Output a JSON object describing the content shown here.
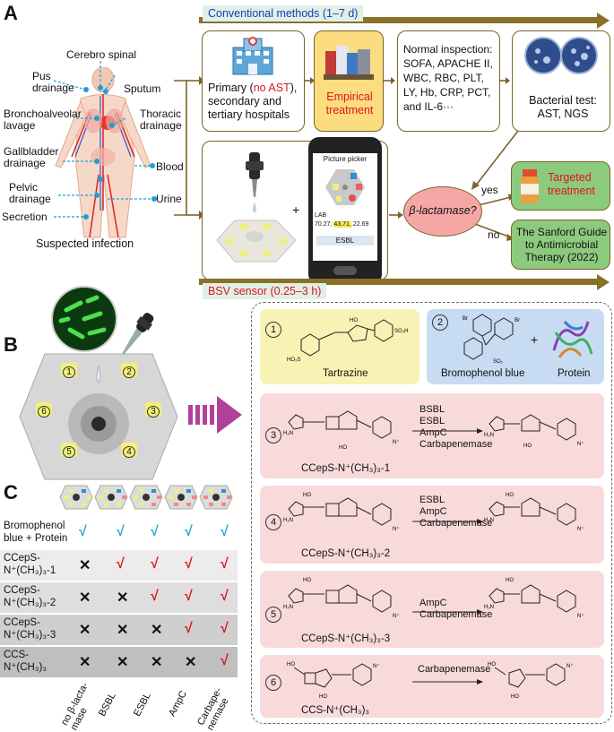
{
  "panels": {
    "a": "A",
    "b": "B",
    "c": "C"
  },
  "panelA": {
    "conventional_label": "Conventional methods (1–7 d)",
    "bsv_label": "BSV sensor (0.25–3 h)",
    "body_sites": {
      "cerebro": "Cerebro spinal",
      "pus": "Pus\ndrainage",
      "sputum": "Sputum",
      "broncho": "Bronchoalveolar\nlavage",
      "thoracic": "Thoracic\ndrainage",
      "gallbladder": "Gallbladder\ndrainage",
      "blood": "Blood",
      "pelvic": "Pelvic\ndrainage",
      "urine": "Urine",
      "secretion": "Secretion"
    },
    "suspected": "Suspected infection",
    "primary_pre": "Primary (",
    "primary_no_ast": "no AST",
    "primary_post": "),\nsecondary and\ntertiary hospitals",
    "empirical": "Empirical\ntreatment",
    "normal_inspection": "Normal inspection:\nSOFA, APACHE II,\nWBC, RBC, PLT,\nLY, Hb, CRP, PCT,\nand IL-6···",
    "bacterial_test": "Bacterial test:\nAST, NGS",
    "plus": "+",
    "phone_title": "Picture picker",
    "phone_lab": "LAB",
    "phone_values": [
      "70.27,",
      "43.71,",
      "22.69"
    ],
    "phone_result": "ESBL",
    "beta_lactamase": "β-lactamase?",
    "yes": "yes",
    "no": "no",
    "targeted": "Targeted\ntreatment",
    "sanford": "The Sanford Guide\nto Antimicrobial\nTherapy (2022)"
  },
  "panelB": {
    "wells": [
      "1",
      "2",
      "3",
      "4",
      "5",
      "6"
    ],
    "r1_num": "1",
    "r1_name": "Tartrazine",
    "r2_num": "2",
    "r2_name": "Bromophenol blue",
    "r2_plus": "+",
    "r2_protein": "Protein",
    "r3_num": "3",
    "r3_enzymes": "BSBL\nESBL\nAmpC\nCarbapenemase",
    "r3_name": "CCepS-N⁺(CH₃)₃-1",
    "r4_num": "4",
    "r4_enzymes": "ESBL\nAmpC\nCarbapenemase",
    "r4_name": "CCepS-N⁺(CH₃)₃-2",
    "r5_num": "5",
    "r5_enzymes": "AmpC\nCarbapenemase",
    "r5_name": "CCepS-N⁺(CH₃)₃-3",
    "r6_num": "6",
    "r6_enzymes": "Carbapenemase",
    "r6_name": "CCS-N⁺(CH₃)₃"
  },
  "panelC": {
    "rows": [
      {
        "label": "Bromophenol\nblue + Protein",
        "marks": [
          "check-blue",
          "check-blue",
          "check-blue",
          "check-blue",
          "check-blue"
        ]
      },
      {
        "label": "CCepS-\nN⁺(CH₃)₃-1",
        "marks": [
          "x",
          "check-red",
          "check-red",
          "check-red",
          "check-red"
        ]
      },
      {
        "label": "CCepS-\nN⁺(CH₃)₃-2",
        "marks": [
          "x",
          "x",
          "check-red",
          "check-red",
          "check-red"
        ]
      },
      {
        "label": "CCepS-\nN⁺(CH₃)₃-3",
        "marks": [
          "x",
          "x",
          "x",
          "check-red",
          "check-red"
        ]
      },
      {
        "label": "CCS-\nN⁺(CH₃)₃",
        "marks": [
          "x",
          "x",
          "x",
          "x",
          "check-red"
        ]
      }
    ],
    "columns": [
      "no β-lacta-\nmase",
      "BSBL",
      "ESBL",
      "AmpC",
      "Carbape-\nnemase"
    ],
    "colors": {
      "check_blue": "#29a3d6",
      "check_red": "#e0141c",
      "x": "#111111"
    }
  }
}
